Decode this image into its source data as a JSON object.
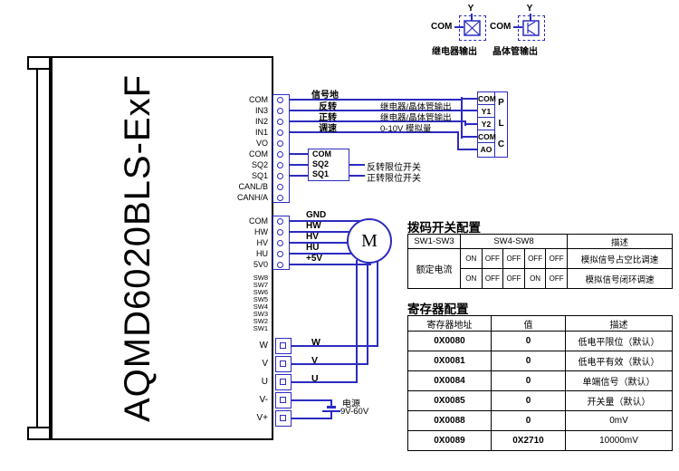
{
  "device": {
    "model": "AQMD6020BLS-ExF",
    "signal_pins": [
      "COM",
      "IN3",
      "IN2",
      "IN1",
      "VO",
      "COM",
      "SQ2",
      "SQ1",
      "CANL/B",
      "CANH/A"
    ],
    "hall_pins": [
      "COM",
      "HW",
      "HV",
      "HU",
      "5V0"
    ],
    "dip_switch_pins": [
      "SW8",
      "SW7",
      "SW6",
      "SW5",
      "SW4",
      "SW3",
      "SW2",
      "SW1"
    ],
    "power_pins": [
      "W",
      "V",
      "U",
      "V-",
      "V+"
    ]
  },
  "output_legend": {
    "relay": {
      "y": "Y",
      "com": "COM",
      "caption": "继电器输出"
    },
    "transistor": {
      "y": "Y",
      "com": "COM",
      "caption": "晶体管输出"
    }
  },
  "signal_wires": {
    "ground_label": "信号地",
    "reverse_label": "反转",
    "reverse_type": "继电器/晶体管输出",
    "forward_label": "正转",
    "forward_type": "继电器/晶体管输出",
    "speed_label": "调速",
    "speed_type": "0-10V 模拟量"
  },
  "plc": {
    "pins": [
      "COM",
      "Y1",
      "Y2",
      "COM",
      "AO"
    ],
    "label": "PLC"
  },
  "limit_switch": {
    "pins": [
      "COM",
      "SQ2",
      "SQ1"
    ],
    "reverse": "反转限位开关",
    "forward": "正转限位开关"
  },
  "motor": {
    "label": "M",
    "hall_wire_labels": [
      "GND",
      "HW",
      "HV",
      "HU",
      "+5V"
    ],
    "phase_wire_labels": [
      "W",
      "V",
      "U"
    ]
  },
  "power_supply": {
    "name": "电源",
    "voltage": "9V-60V"
  },
  "colors": {
    "wire": "#2b2bc0",
    "outline": "#000000"
  },
  "dip_table": {
    "title": "拨码开关配置",
    "headers": [
      "SW1-SW3",
      "SW4-SW8",
      "描述"
    ],
    "row_label": "额定电流",
    "rows": [
      {
        "sw": [
          "ON",
          "OFF",
          "OFF",
          "OFF",
          "OFF"
        ],
        "desc": "模拟信号占空比调速"
      },
      {
        "sw": [
          "ON",
          "OFF",
          "OFF",
          "ON",
          "OFF"
        ],
        "desc": "模拟信号闭环调速"
      }
    ]
  },
  "register_table": {
    "title": "寄存器配置",
    "headers": [
      "寄存器地址",
      "值",
      "描述"
    ],
    "rows": [
      [
        "0X0080",
        "0",
        "低电平限位（默认）"
      ],
      [
        "0X0081",
        "0",
        "低电平有效（默认）"
      ],
      [
        "0X0084",
        "0",
        "单端信号（默认）"
      ],
      [
        "0X0085",
        "0",
        "开关量（默认）"
      ],
      [
        "0X0088",
        "0",
        "0mV"
      ],
      [
        "0X0089",
        "0X2710",
        "10000mV"
      ]
    ]
  }
}
